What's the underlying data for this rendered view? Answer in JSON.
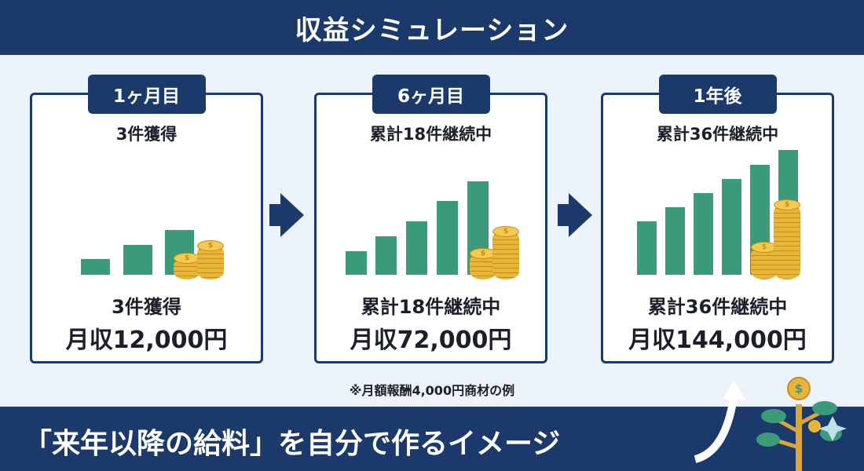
{
  "title": "収益シミュレーション",
  "stages": [
    {
      "label": "1ヶ月目",
      "subtitle": "3件獲得",
      "line1": "3件獲得",
      "line2": "月収12,000円"
    },
    {
      "label": "6ヶ月目",
      "subtitle": "累計18件継続中",
      "line1": "累計18件継続中",
      "line2": "月収72,000円"
    },
    {
      "label": "1年後",
      "subtitle": "累計36件継続中",
      "line1": "累計36件継続中",
      "line2": "月収144,000円"
    }
  ],
  "note": "※月額報酬4,000円商材の例",
  "footer": "「来年以降の給料」を自分で作るイメージ",
  "colors": {
    "navy": "#1b3a6b",
    "green": "#3b9a78",
    "gold": "#e8b43a"
  }
}
